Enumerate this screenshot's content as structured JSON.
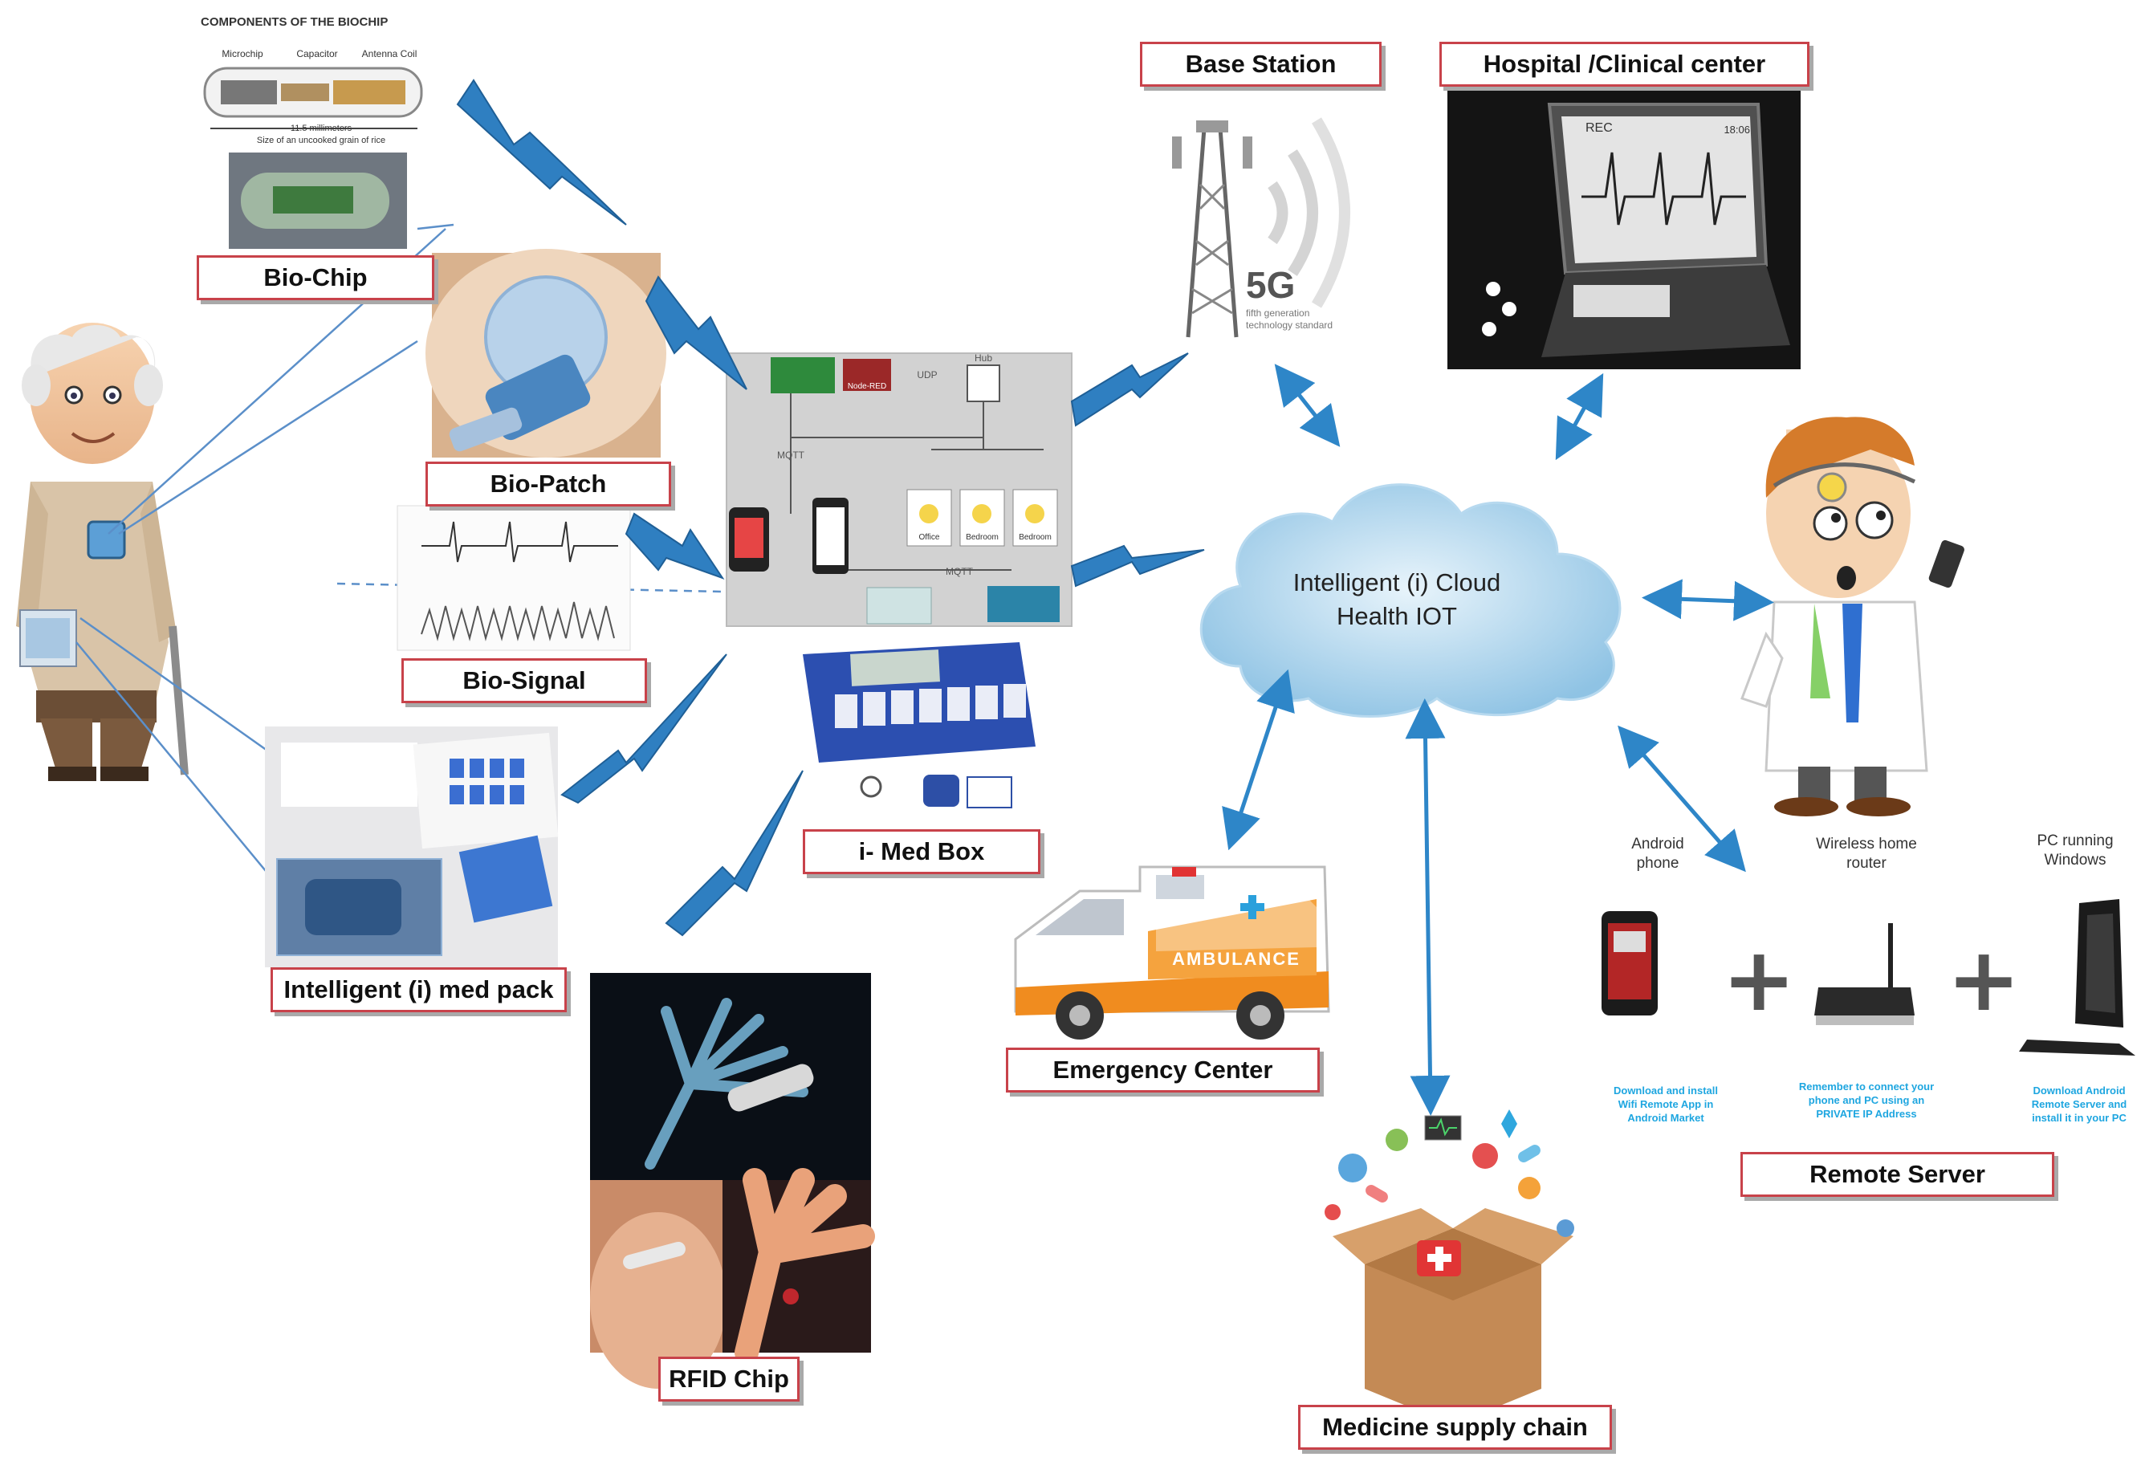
{
  "labels": {
    "bio_chip": "Bio-Chip",
    "bio_patch": "Bio-Patch",
    "bio_signal": "Bio-Signal",
    "med_pack": "Intelligent (i) med pack",
    "med_box": "i- Med Box",
    "rfid_chip": "RFID Chip",
    "emergency_center": "Emergency Center",
    "medicine_supply_chain": "Medicine supply chain",
    "base_station": "Base Station",
    "hospital": "Hospital /Clinical center",
    "remote_server": "Remote Server"
  },
  "cloud": {
    "line1": "Intelligent (i) Cloud",
    "line2": "Health IOT"
  },
  "biochip_diagram": {
    "title": "COMPONENTS OF THE BIOCHIP",
    "parts": [
      "Microchip",
      "Capacitor",
      "Antenna Coil"
    ],
    "measure": "11.5 millimeters",
    "note": "Size of an uncooked grain of rice"
  },
  "tower": {
    "badge": "5G",
    "subtitle": "fifth generation technology standard"
  },
  "laptop": {
    "rec": "REC",
    "time": "18:06"
  },
  "hub_diagram": {
    "node_red": "Node-RED",
    "udp": "UDP",
    "hub": "Hub",
    "mqtt": "MQTT",
    "bulbs": [
      "Office",
      "Bedroom",
      "Bedroom"
    ]
  },
  "ambulance": {
    "text": "AMBULANCE"
  },
  "remote_setup": {
    "devices": [
      {
        "caption": "Android phone",
        "note": "Download and install Wifi Remote App in Android Market"
      },
      {
        "caption": "Wireless home router",
        "note": "Remember to connect your phone and PC using an PRIVATE IP Address"
      },
      {
        "caption": "PC running Windows",
        "note": "Download Android Remote Server and install it in your PC"
      }
    ],
    "plus": "+"
  },
  "colors": {
    "label_border": "#c8424a",
    "bolt": "#2f7fc1",
    "arrow": "#2e86c8",
    "cloud": "#9fcbe6",
    "note": "#1ea6e0"
  }
}
